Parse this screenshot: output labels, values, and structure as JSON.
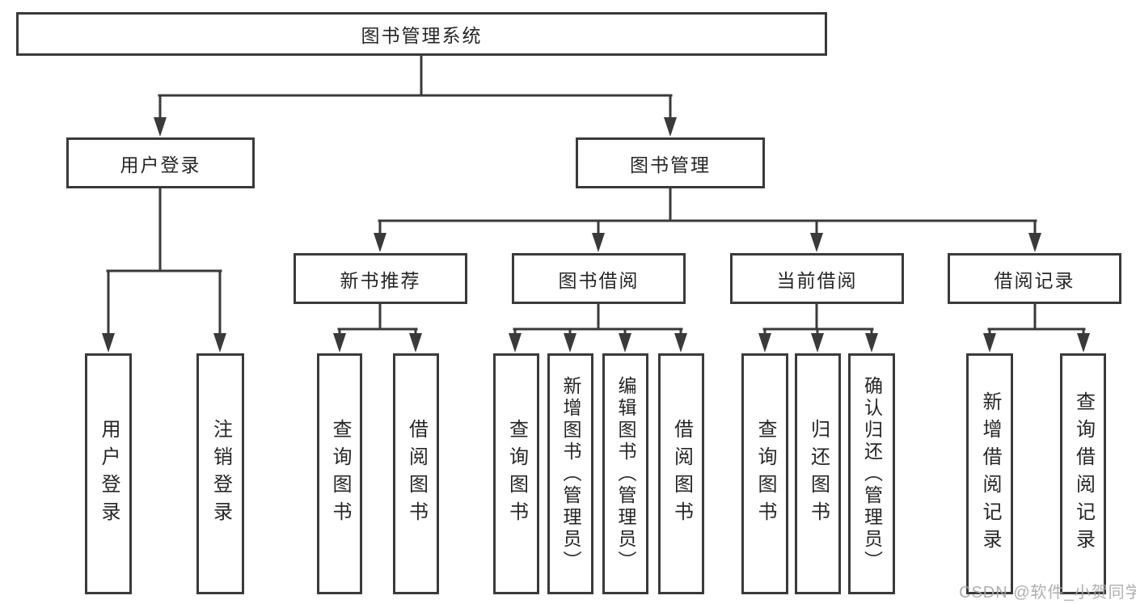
{
  "diagram": {
    "type": "hierarchy-tree",
    "root": {
      "label": "图书管理系统",
      "children": [
        {
          "label": "用户登录",
          "children": [
            {
              "label": "用户登录"
            },
            {
              "label": "注销登录"
            }
          ]
        },
        {
          "label": "图书管理",
          "children": [
            {
              "label": "新书推荐",
              "children": [
                {
                  "label": "查询图书"
                },
                {
                  "label": "借阅图书"
                }
              ]
            },
            {
              "label": "图书借阅",
              "children": [
                {
                  "label": "查询图书"
                },
                {
                  "label": "新增图书（管理员）"
                },
                {
                  "label": "编辑图书（管理员）"
                },
                {
                  "label": "借阅图书"
                }
              ]
            },
            {
              "label": "当前借阅",
              "children": [
                {
                  "label": "查询图书"
                },
                {
                  "label": "归还图书"
                },
                {
                  "label": "确认归还（管理员）"
                }
              ]
            },
            {
              "label": "借阅记录",
              "children": [
                {
                  "label": "新增借阅记录"
                },
                {
                  "label": "查询借阅记录"
                }
              ]
            }
          ]
        }
      ]
    }
  },
  "watermark": {
    "text": "CSDN @软件_小贺同学"
  },
  "colors": {
    "line": "#3a3a3a",
    "box_border": "#3a3a3a",
    "text": "#262626",
    "watermark": "#a8a8a8",
    "background": "#ffffff"
  }
}
